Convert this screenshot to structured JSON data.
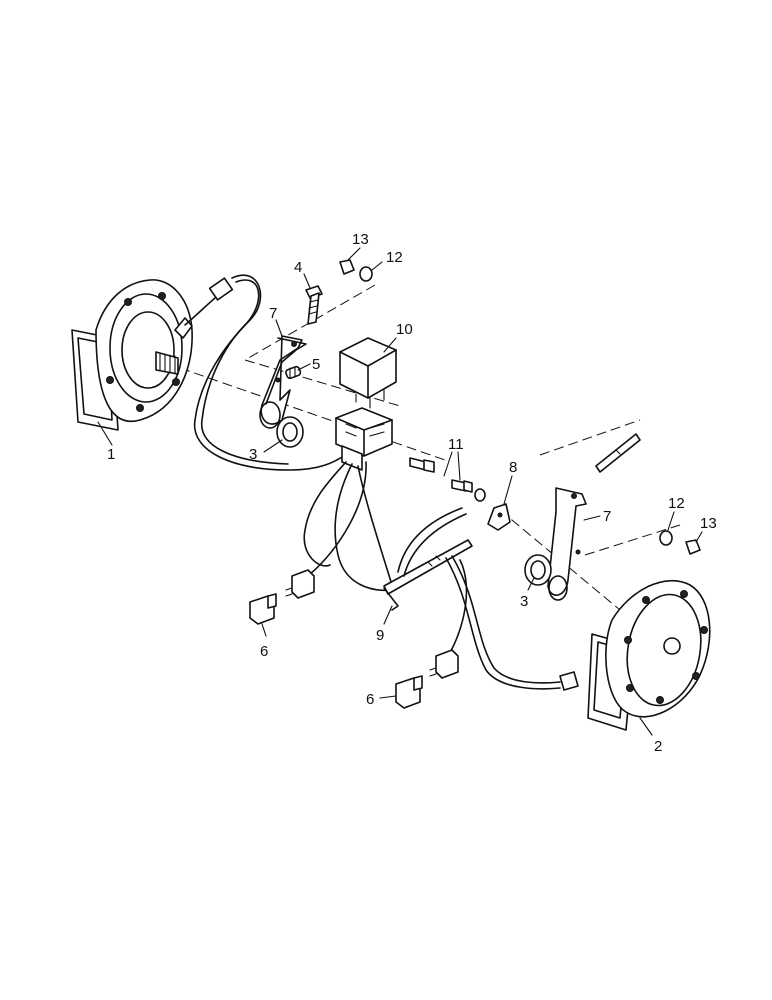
{
  "callouts": {
    "c1": "1",
    "c2": "2",
    "c3a": "3",
    "c3b": "3",
    "c4": "4",
    "c5": "5",
    "c6a": "6",
    "c6b": "6",
    "c7a": "7",
    "c7b": "7",
    "c8": "8",
    "c9": "9",
    "c10": "10",
    "c11": "11",
    "c12a": "12",
    "c12b": "12",
    "c13a": "13",
    "c13b": "13"
  },
  "parts": [
    {
      "ref": "1",
      "name": "horn-left",
      "icon": "horn-icon"
    },
    {
      "ref": "2",
      "name": "horn-right",
      "icon": "horn-icon"
    },
    {
      "ref": "3",
      "name": "nut",
      "icon": "nut-icon"
    },
    {
      "ref": "4",
      "name": "bolt",
      "icon": "bolt-icon"
    },
    {
      "ref": "5",
      "name": "spacer",
      "icon": "spacer-icon"
    },
    {
      "ref": "6",
      "name": "connector-cap",
      "icon": "connector-icon"
    },
    {
      "ref": "7",
      "name": "bracket",
      "icon": "bracket-icon"
    },
    {
      "ref": "8",
      "name": "clip",
      "icon": "clip-icon"
    },
    {
      "ref": "9",
      "name": "harness",
      "icon": "harness-icon"
    },
    {
      "ref": "10",
      "name": "relay",
      "icon": "relay-icon"
    },
    {
      "ref": "11",
      "name": "screw",
      "icon": "screw-icon"
    },
    {
      "ref": "12",
      "name": "washer",
      "icon": "washer-icon"
    },
    {
      "ref": "13",
      "name": "lock-nut",
      "icon": "nut-icon"
    }
  ]
}
